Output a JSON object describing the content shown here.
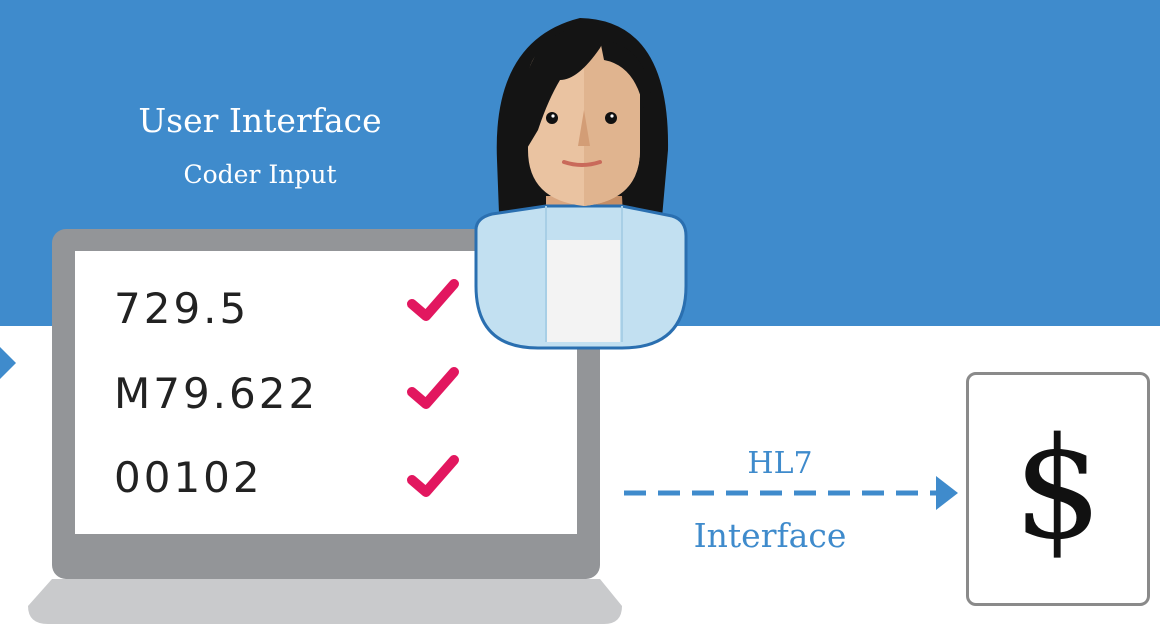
{
  "colors": {
    "band": "#3f8bcc",
    "accent_blue": "#3f8bcc",
    "check_pink": "#e2175f",
    "laptop_frame": "#939598",
    "laptop_base": "#c9cacc",
    "box_border": "#8a8a8a"
  },
  "header": {
    "title": "User Interface",
    "subtitle": "Coder Input"
  },
  "laptop": {
    "codes": [
      {
        "value": "729.5",
        "icon": "check-icon"
      },
      {
        "value": "M79.622",
        "icon": "check-icon"
      },
      {
        "value": "00102",
        "icon": "check-icon"
      }
    ]
  },
  "connection": {
    "top_label": "HL7",
    "bottom_label": "Interface",
    "icon": "dashed-arrow-icon"
  },
  "billing": {
    "symbol": "$"
  },
  "person": {
    "icon": "coder-avatar-icon"
  }
}
